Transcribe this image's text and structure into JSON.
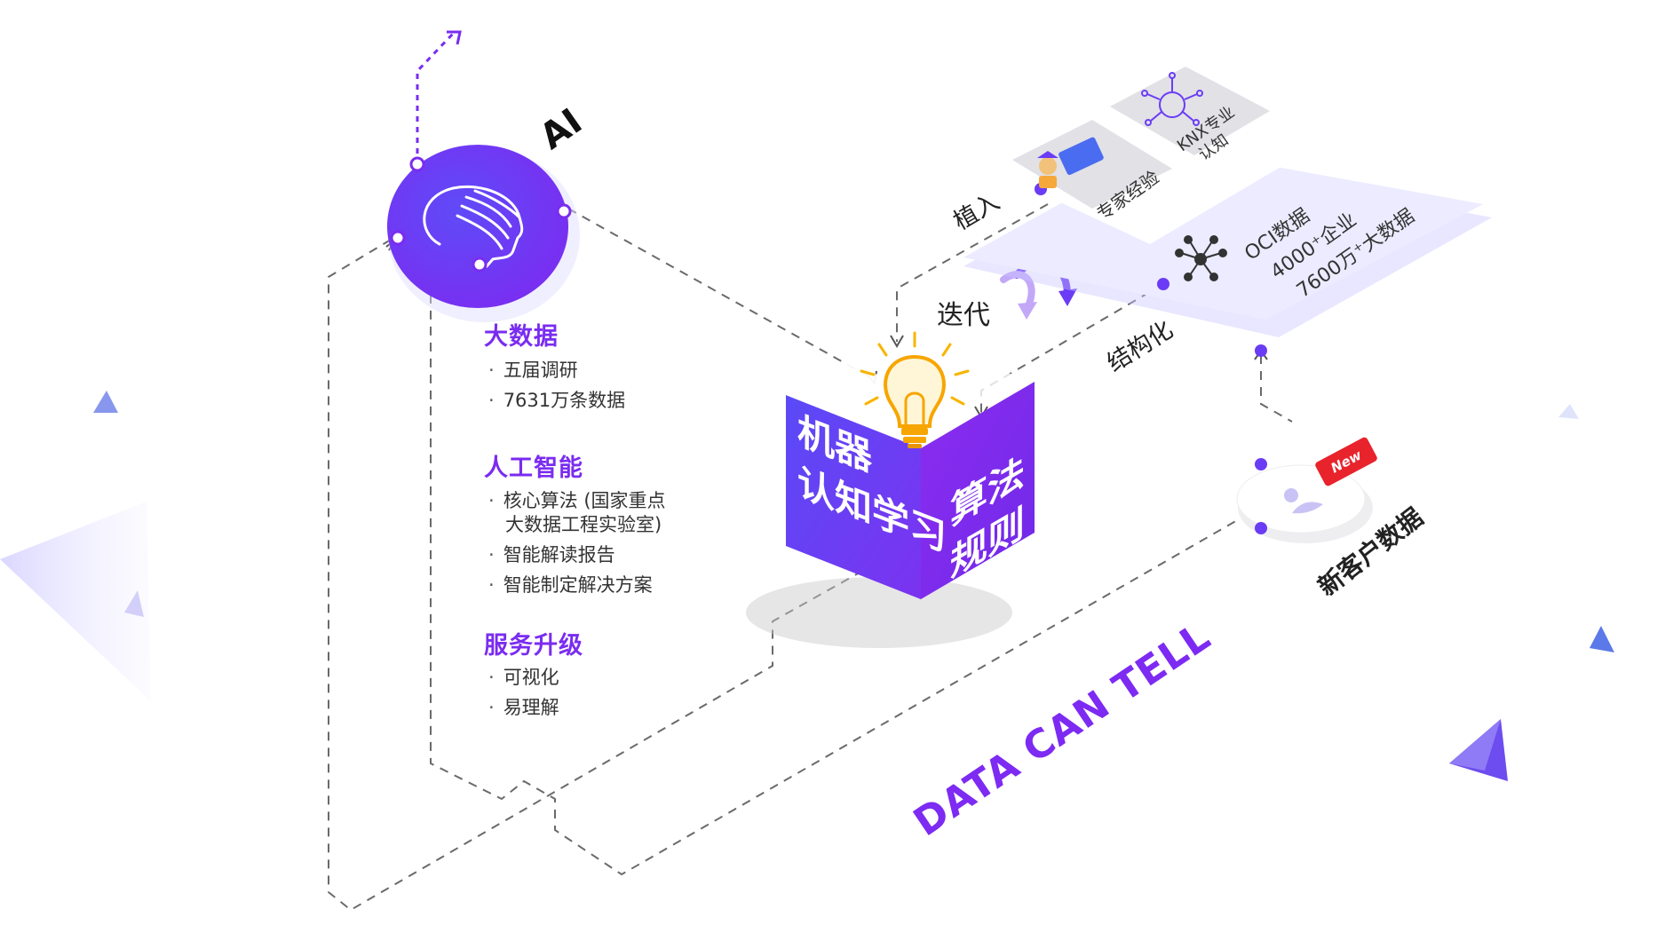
{
  "ai_node": {
    "label": "AI"
  },
  "sections": [
    {
      "title": "大数据",
      "items": [
        "五届调研",
        "7631万条数据"
      ]
    },
    {
      "title": "人工智能",
      "items": [
        "核心算法 (国家重点",
        "大数据工程实验室)",
        "智能解读报告",
        "智能制定解决方案"
      ]
    },
    {
      "title": "服务升级",
      "items": [
        "可视化",
        "易理解"
      ]
    }
  ],
  "bullet": "·",
  "flow_labels": {
    "implant": "植入",
    "iterate": "迭代",
    "structure": "结构化"
  },
  "cube": {
    "left_face": [
      "机器",
      "认知学习"
    ],
    "right_face": [
      "算法",
      "规则"
    ]
  },
  "platform": {
    "expert": "专家经验",
    "knx": [
      "KNX专业",
      "认知"
    ],
    "oci": [
      "OCI数据",
      "4000⁺企业",
      "7600万⁺大数据"
    ]
  },
  "new_customer": {
    "badge": "New",
    "label": "新客户数据"
  },
  "slogan": "DATA CAN TELL",
  "colors": {
    "accent": "#7a2cf0",
    "cube_left": "#6b3cf5",
    "cube_right": "#8a2ff0",
    "new_badge": "#e8232c"
  }
}
